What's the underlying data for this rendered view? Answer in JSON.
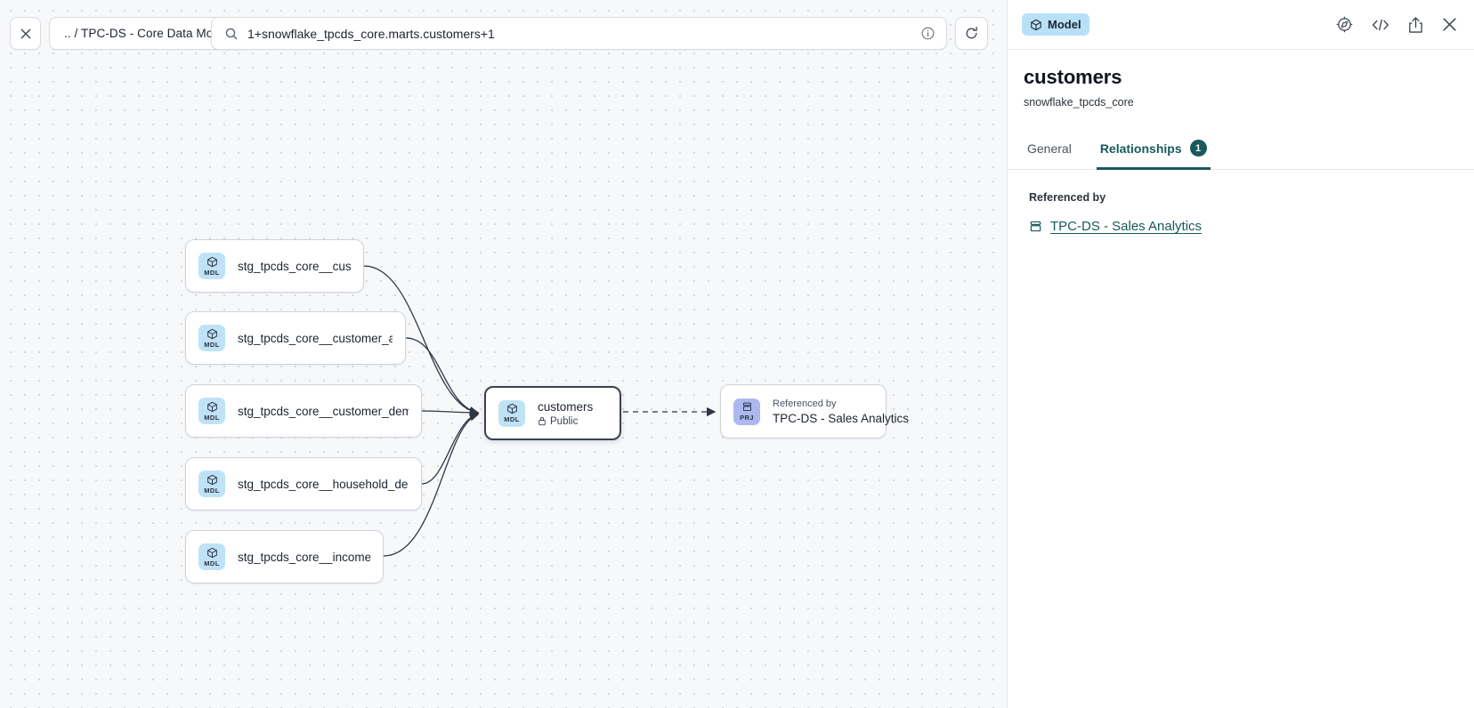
{
  "toolbar": {
    "close_label": "close-icon",
    "breadcrumb": ".. / TPC-DS - Core Data Models",
    "search_value": "1+snowflake_tpcds_core.marts.customers+1",
    "search_icon": "search-icon",
    "info_icon": "info-icon",
    "refresh_icon": "refresh-icon"
  },
  "graph": {
    "upstream_nodes": [
      {
        "label": "stg_tpcds_core__customer",
        "badge": "MDL",
        "icon": "cube-icon"
      },
      {
        "label": "stg_tpcds_core__customer_address",
        "badge": "MDL",
        "icon": "cube-icon"
      },
      {
        "label": "stg_tpcds_core__customer_demogra…",
        "badge": "MDL",
        "icon": "cube-icon"
      },
      {
        "label": "stg_tpcds_core__household_demogr…",
        "badge": "MDL",
        "icon": "cube-icon"
      },
      {
        "label": "stg_tpcds_core__income_band",
        "badge": "MDL",
        "icon": "cube-icon"
      }
    ],
    "focus_node": {
      "label": "customers",
      "badge": "MDL",
      "icon": "cube-icon",
      "visibility": "Public",
      "visibility_icon": "lock-icon"
    },
    "downstream_node": {
      "kicker": "Referenced by",
      "label": "TPC-DS - Sales Analytics",
      "badge": "PRJ",
      "icon": "stack-icon"
    }
  },
  "panel": {
    "type_badge": "Model",
    "type_badge_icon": "cube-icon",
    "actions": [
      {
        "name": "explore-icon"
      },
      {
        "name": "code-icon"
      },
      {
        "name": "share-icon"
      },
      {
        "name": "close-icon"
      }
    ],
    "title": "customers",
    "subtitle": "snowflake_tpcds_core",
    "tabs": [
      {
        "label": "General",
        "count": "",
        "active": false
      },
      {
        "label": "Relationships",
        "count": "1",
        "active": true
      }
    ],
    "section_label": "Referenced by",
    "referenced_by": [
      {
        "label": "TPC-DS - Sales Analytics",
        "icon": "stack-icon"
      }
    ]
  },
  "colors": {
    "accent_teal": "#18595b",
    "badge_model": "#b8e1f7",
    "badge_project": "#adb8f0",
    "canvas": "#f7f8fa"
  }
}
